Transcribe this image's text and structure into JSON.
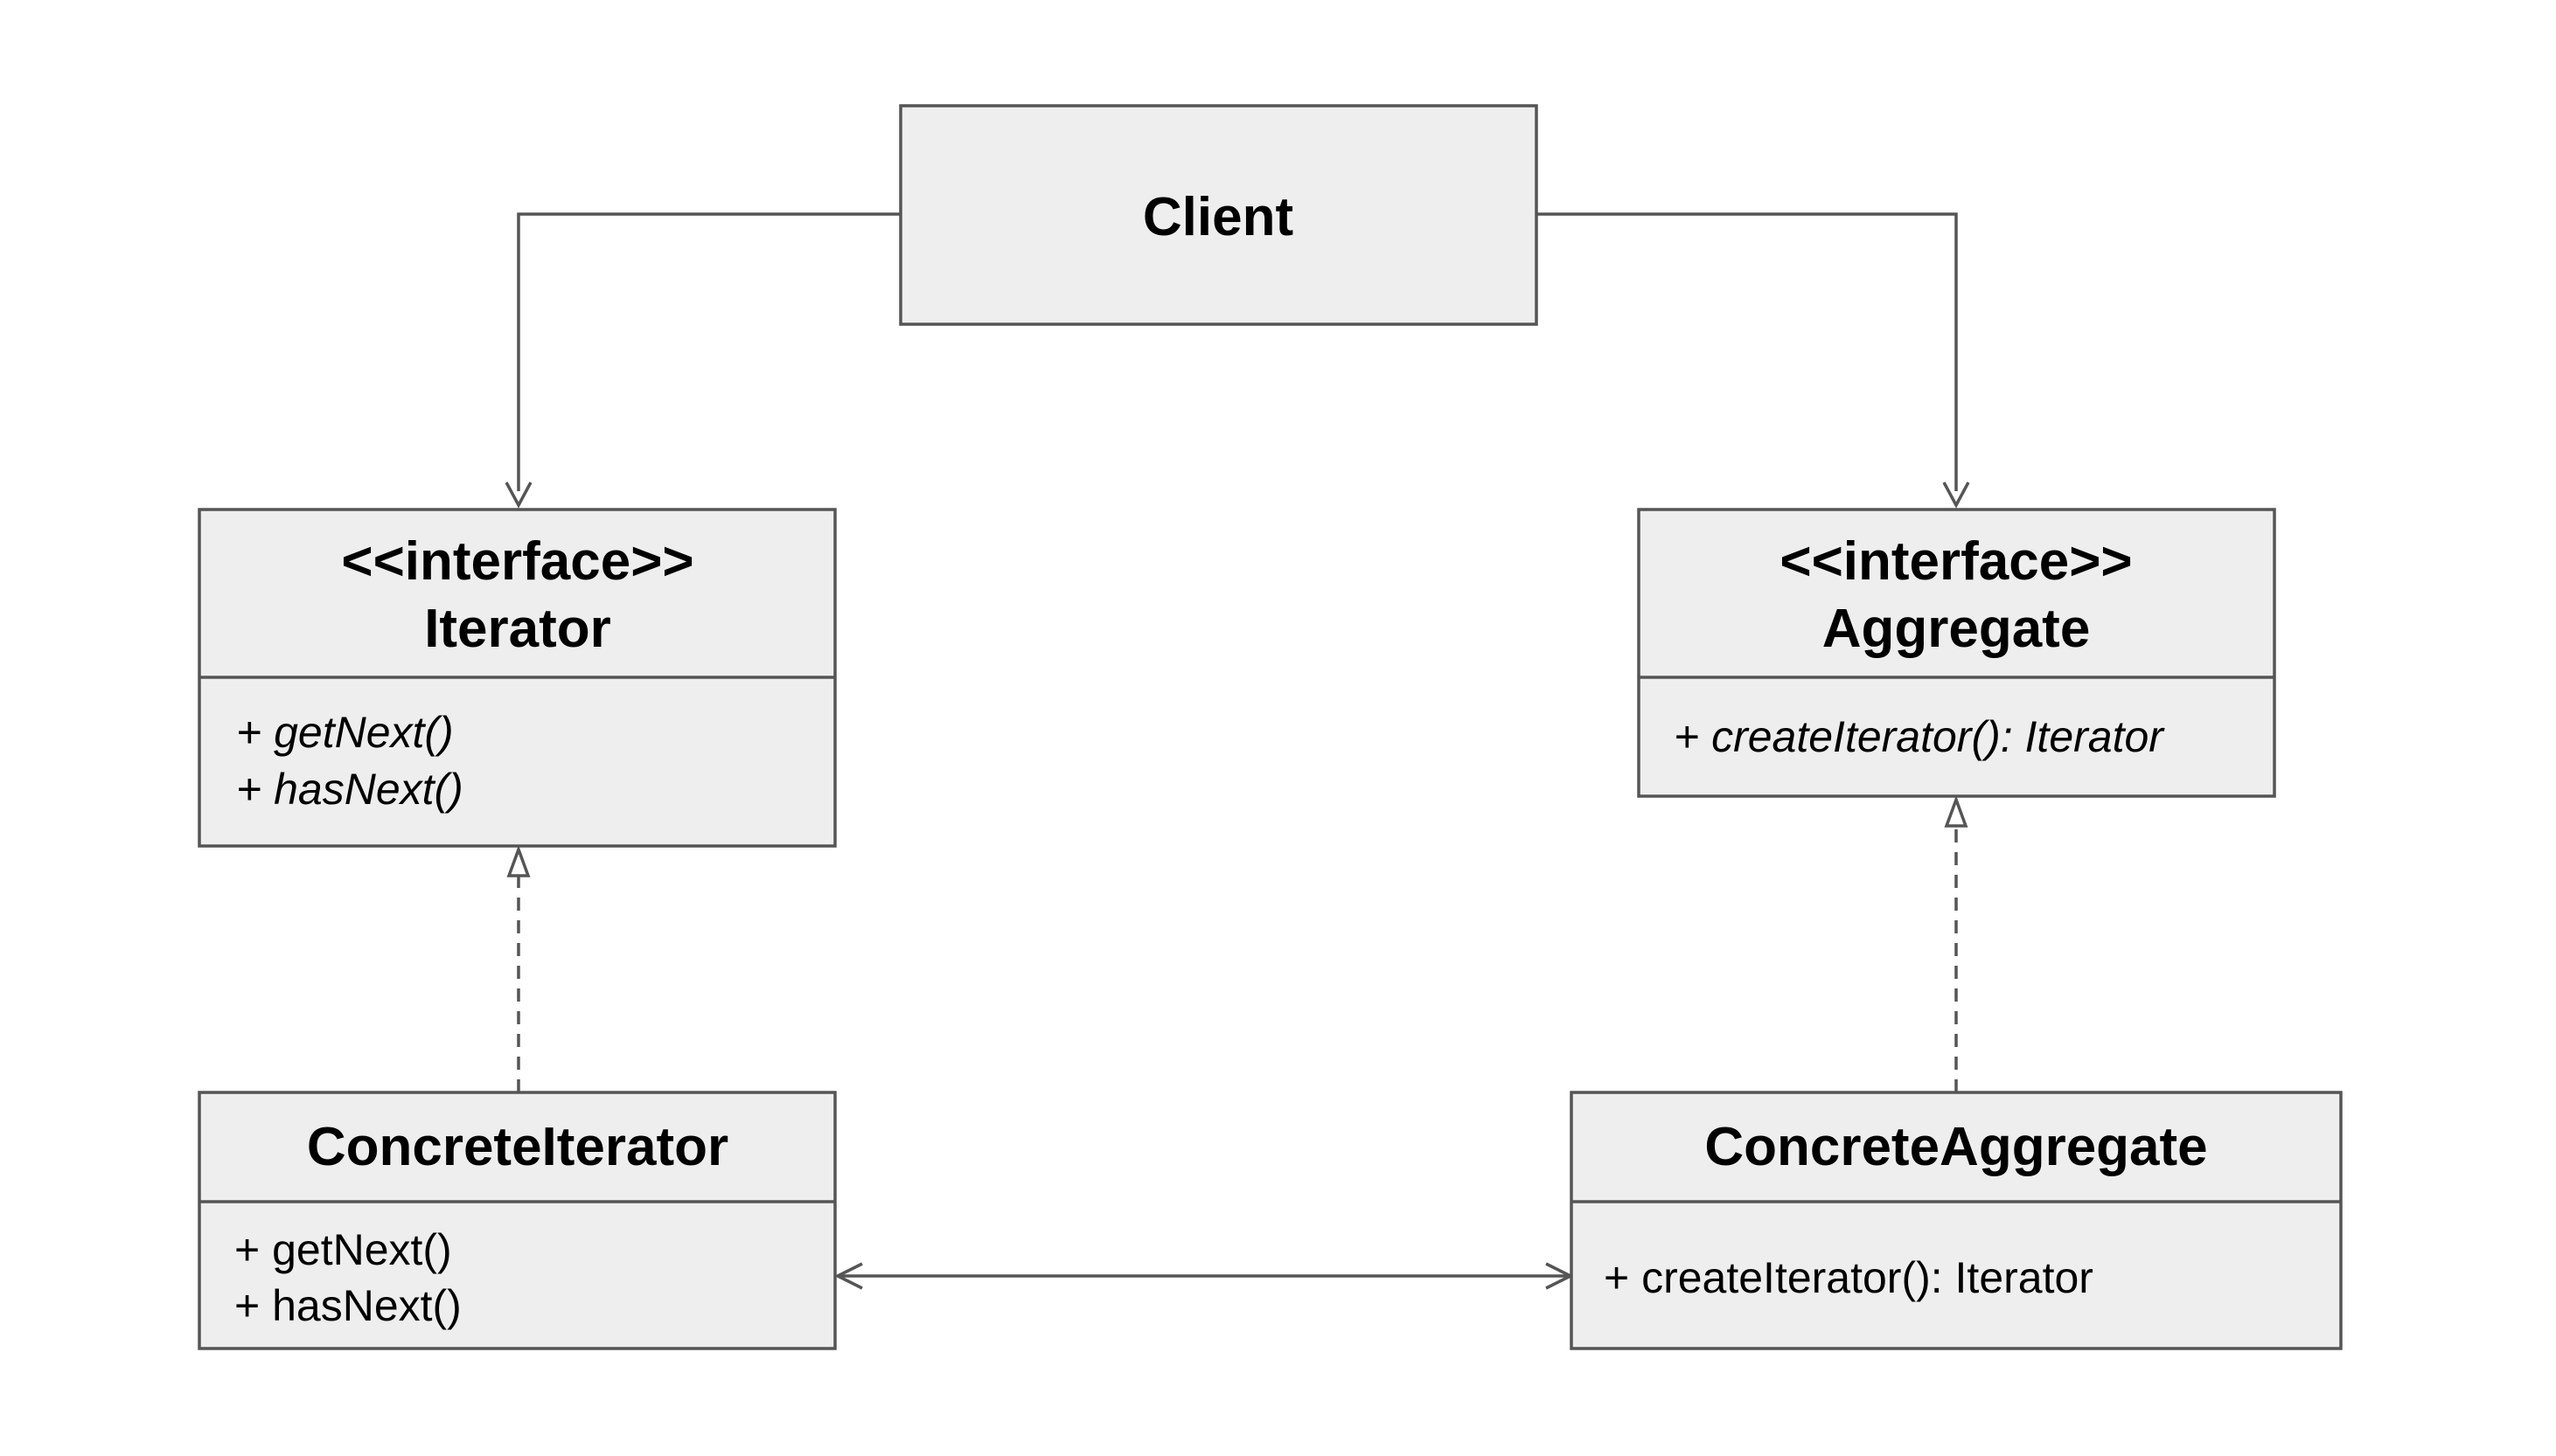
{
  "client": {
    "name": "Client"
  },
  "iterator": {
    "stereotype": "<<interface>>",
    "name": "Iterator",
    "methods": [
      "+ getNext()",
      "+ hasNext()"
    ]
  },
  "aggregate": {
    "stereotype": "<<interface>>",
    "name": "Aggregate",
    "methods": [
      "+ createIterator(): Iterator"
    ]
  },
  "concrete_iterator": {
    "name": "ConcreteIterator",
    "methods": [
      "+ getNext()",
      "+ hasNext()"
    ]
  },
  "concrete_aggregate": {
    "name": "ConcreteAggregate",
    "methods": [
      "+ createIterator(): Iterator"
    ]
  },
  "relations": [
    {
      "from": "Client",
      "to": "Iterator",
      "type": "association"
    },
    {
      "from": "Client",
      "to": "Aggregate",
      "type": "association"
    },
    {
      "from": "ConcreteIterator",
      "to": "Iterator",
      "type": "realization"
    },
    {
      "from": "ConcreteAggregate",
      "to": "Aggregate",
      "type": "realization"
    },
    {
      "from": "ConcreteIterator",
      "to": "ConcreteAggregate",
      "type": "bidirectional-association"
    }
  ],
  "colors": {
    "box_fill": "#eeeeee",
    "stroke": "#555555",
    "text": "#000000"
  }
}
